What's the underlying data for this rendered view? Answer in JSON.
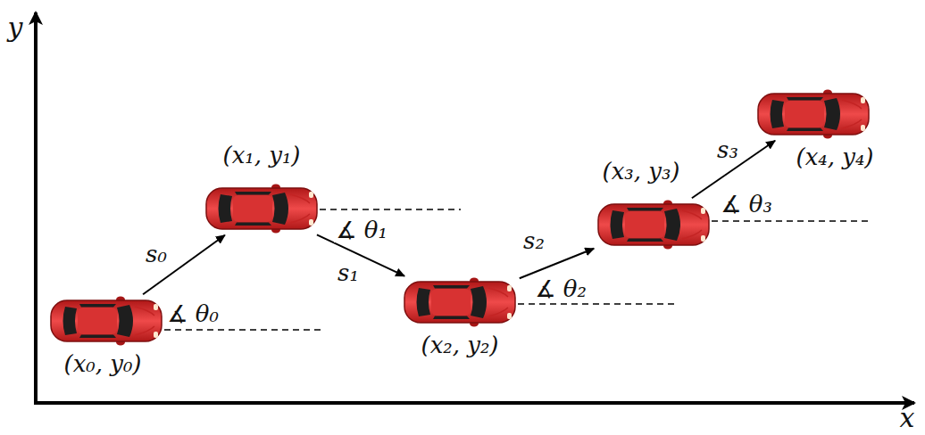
{
  "diagram": {
    "nodes": [
      {
        "text": [
          "(x₀, y₀)"
        ]
      },
      {
        "text": [
          "(x₁, y₁)"
        ]
      },
      {
        "text": [
          "(x₂, y₂)"
        ]
      },
      {
        "text": [
          "(x₃, y₃)"
        ]
      },
      {
        "text": [
          "(x₄, y₄)"
        ]
      }
    ],
    "edges": [
      {
        "from": 0,
        "to": 1,
        "arrow": "to",
        "label": "s₀"
      },
      {
        "from": 1,
        "to": 2,
        "arrow": "to",
        "label": "s₁"
      },
      {
        "from": 2,
        "to": 3,
        "arrow": "to",
        "label": "s₂"
      },
      {
        "from": 3,
        "to": 4,
        "arrow": "to",
        "label": "s₃"
      }
    ],
    "labels": [
      "∡ θ₀",
      "∡ θ₁",
      "∡ θ₂",
      "∡ θ₃",
      "y",
      "x"
    ]
  }
}
